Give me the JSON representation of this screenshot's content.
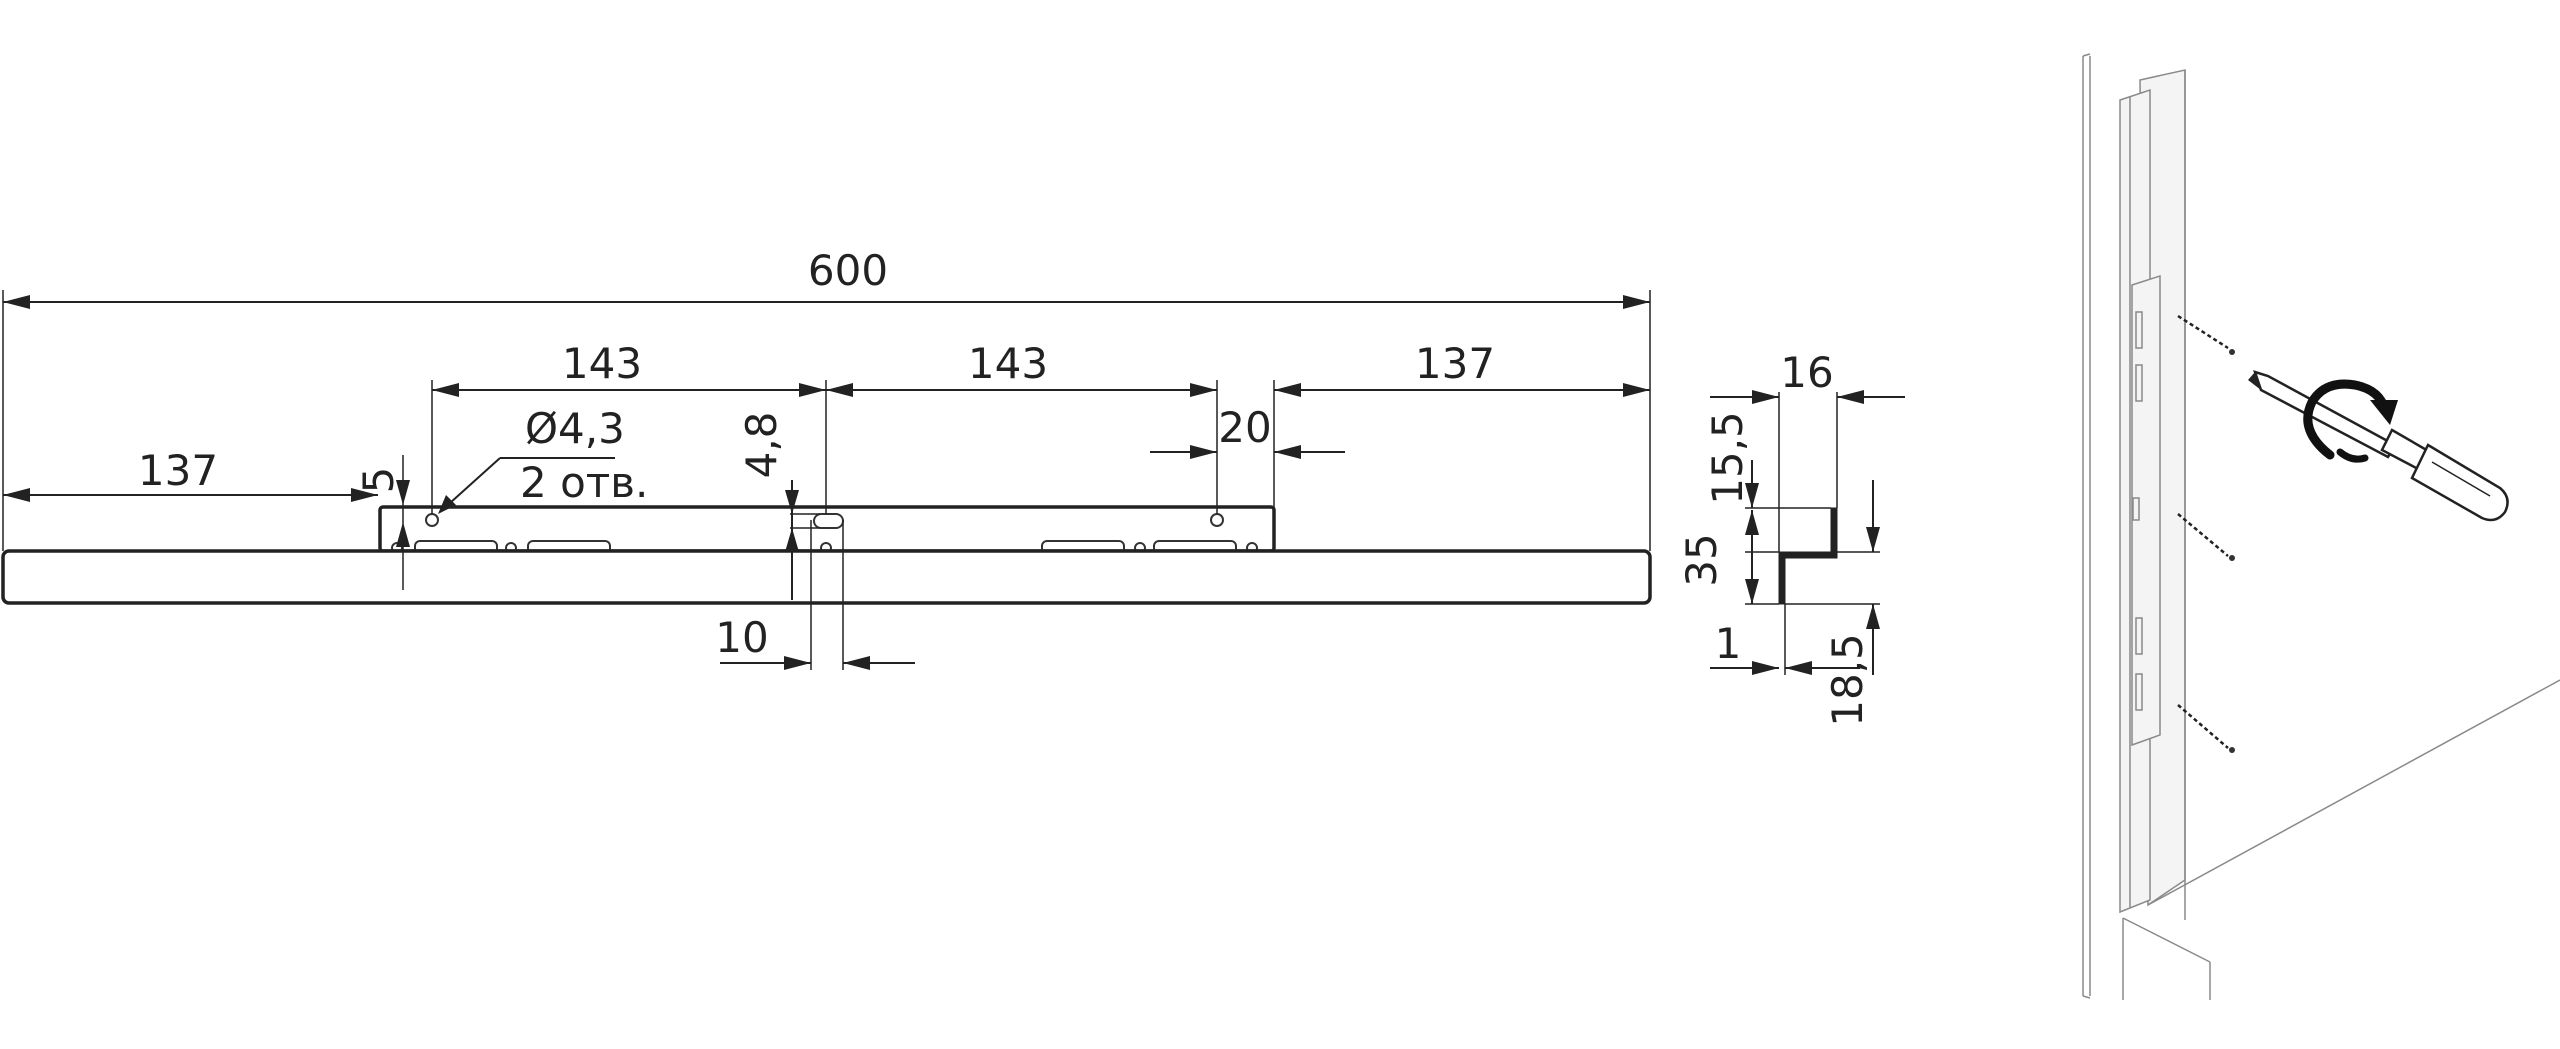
{
  "front_view": {
    "overall_width": "600",
    "left_offset": "137",
    "spacing_1": "143",
    "spacing_2": "143",
    "right_offset": "137",
    "hole_edge_offset": "5",
    "hole_diameter": "Ø4,3",
    "hole_count": "2 отв.",
    "slot_height": "4,8",
    "right_tab": "20",
    "slot_width": "10"
  },
  "side_view": {
    "top_width": "16",
    "top_drop": "15,5",
    "total_height": "35",
    "thickness": "1",
    "bottom_drop": "18,5"
  },
  "installation": {
    "screwdriver_icon": "screwdriver-icon",
    "rotation_icon": "rotate-arrow-icon"
  }
}
